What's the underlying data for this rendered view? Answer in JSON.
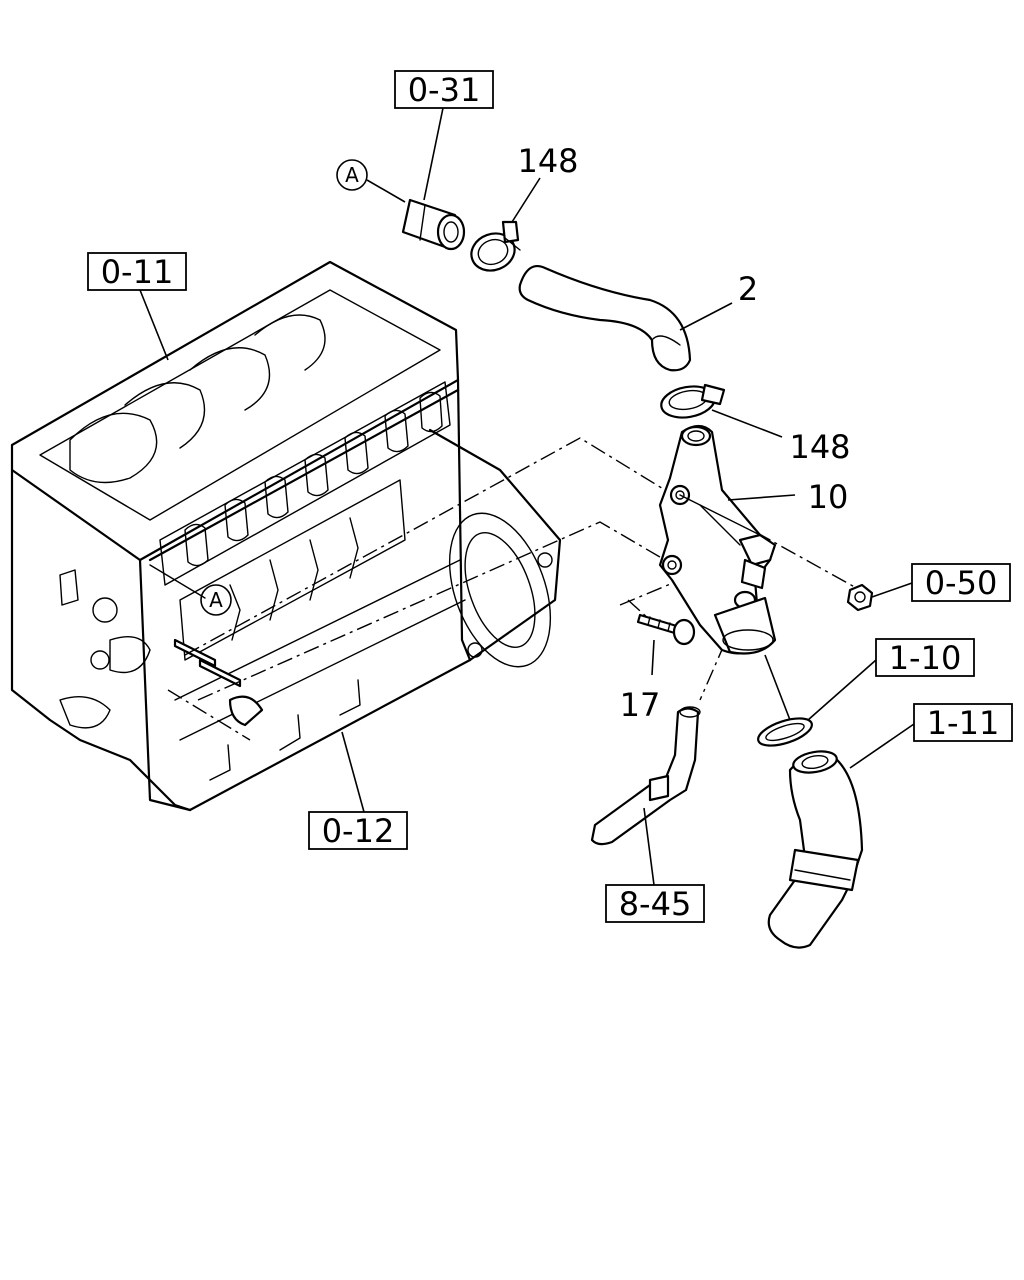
{
  "callouts": {
    "ref_0_31": "0-31",
    "ref_0_11": "0-11",
    "ref_0_12": "0-12",
    "ref_0_50": "0-50",
    "ref_1_10": "1-10",
    "ref_1_11": "1-11",
    "ref_8_45": "8-45"
  },
  "part_numbers": {
    "clamp_upper": "148",
    "hose": "2",
    "clamp_lower": "148",
    "thermostat_housing": "10",
    "bolt": "17"
  },
  "markers": {
    "upper": "A",
    "lower": "A"
  }
}
